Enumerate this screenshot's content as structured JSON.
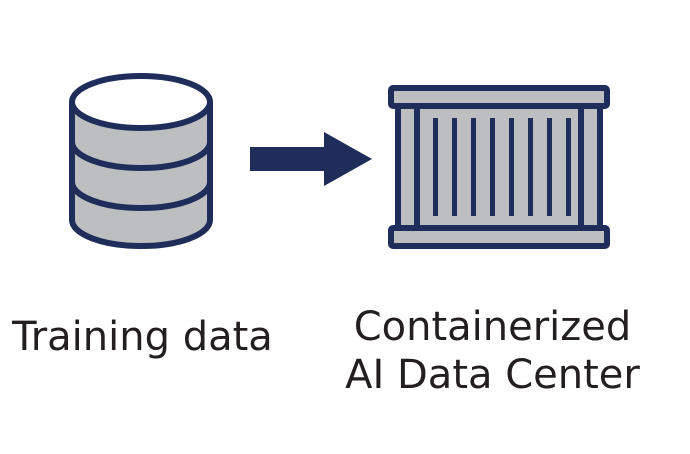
{
  "diagram": {
    "colors": {
      "outline": "#1e2d5a",
      "fill": "#bcbec0",
      "text": "#231f20",
      "background": "#ffffff"
    },
    "nodes": [
      {
        "id": "training",
        "icon": "database-icon",
        "label": "Training data"
      },
      {
        "id": "datacenter",
        "icon": "shipping-container-icon",
        "label_lines": [
          "Containerized",
          "AI Data Center"
        ]
      }
    ],
    "edges": [
      {
        "from": "training",
        "to": "datacenter",
        "icon": "arrow-right-icon"
      }
    ]
  }
}
